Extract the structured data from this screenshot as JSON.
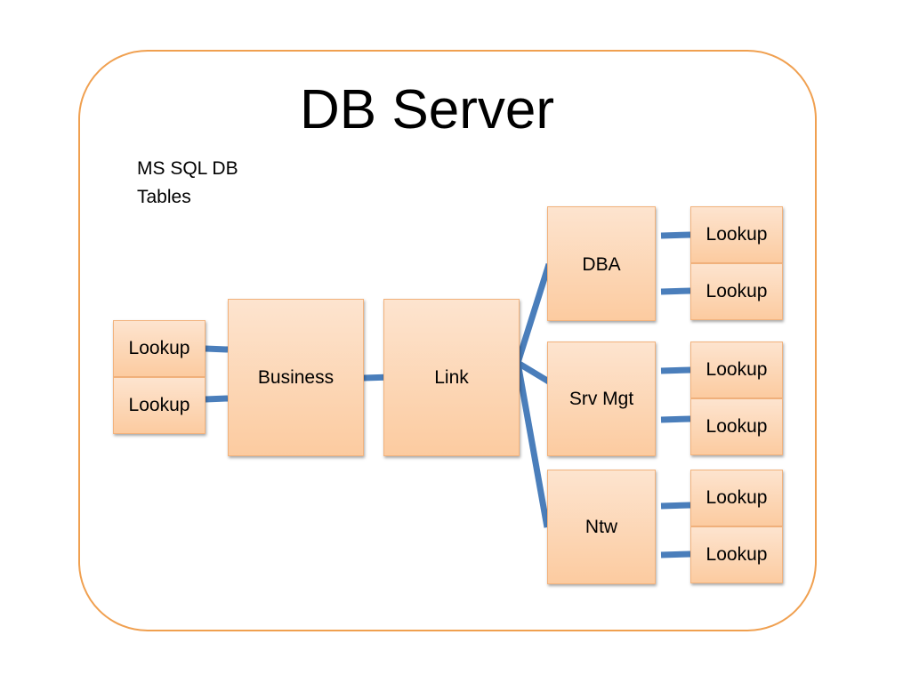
{
  "title": "DB Server",
  "subtitle": {
    "line1": "MS SQL DB",
    "line2": "Tables"
  },
  "nodes": {
    "lookup_left_1": "Lookup",
    "lookup_left_2": "Lookup",
    "business": "Business",
    "link": "Link",
    "dba": "DBA",
    "srv_mgt": "Srv Mgt",
    "ntw": "Ntw",
    "lookup_dba_1": "Lookup",
    "lookup_dba_2": "Lookup",
    "lookup_srv_1": "Lookup",
    "lookup_srv_2": "Lookup",
    "lookup_ntw_1": "Lookup",
    "lookup_ntw_2": "Lookup"
  },
  "colors": {
    "frame": "#f0a050",
    "connector": "#4a7ebb",
    "box_top": "#fde4cf",
    "box_bottom": "#fccba0"
  }
}
